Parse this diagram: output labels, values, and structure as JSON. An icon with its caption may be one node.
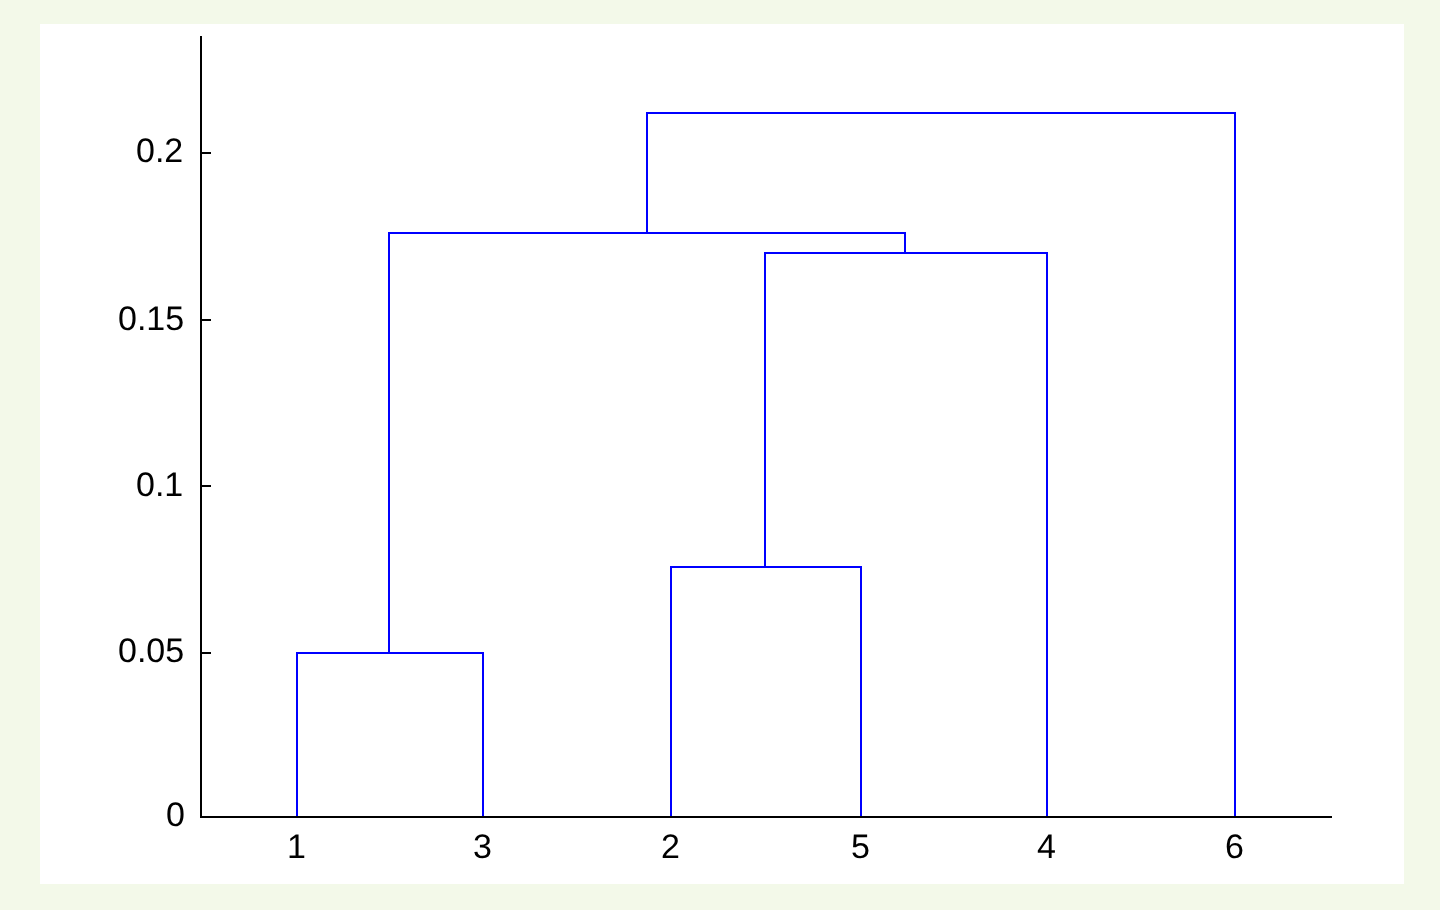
{
  "diagram": {
    "labels": [
      "0.2",
      "0.15",
      "0.1",
      "0.05",
      "0",
      "1",
      "3",
      "2",
      "5",
      "4",
      "6"
    ]
  }
}
